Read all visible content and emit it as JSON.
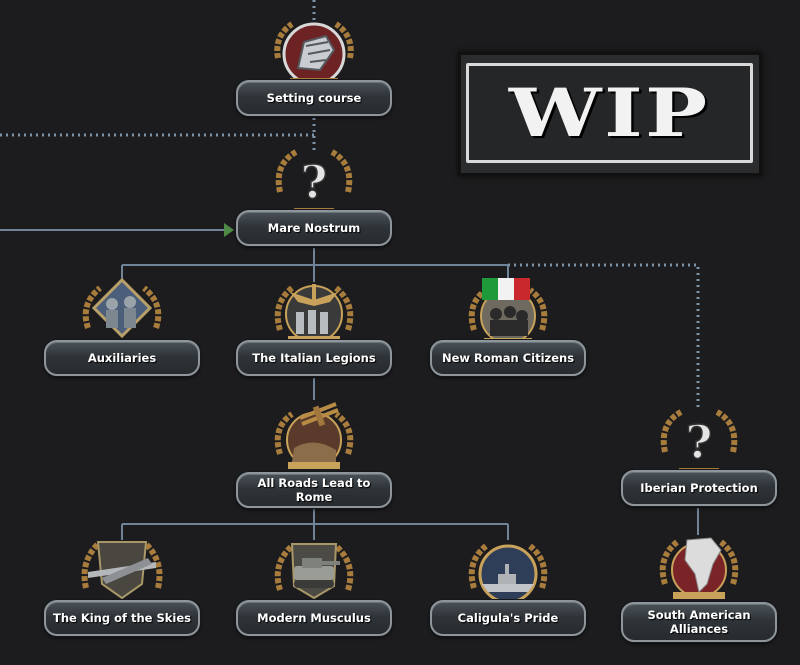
{
  "badge": {
    "text": "WIP"
  },
  "focuses": [
    {
      "id": "setting-course",
      "label": "Setting course",
      "icon": "armored-fist-icon"
    },
    {
      "id": "mare-nostrum",
      "label": "Mare Nostrum",
      "icon": "unknown-question-icon"
    },
    {
      "id": "auxiliaries",
      "label": "Auxiliaries",
      "icon": "soldiers-icon"
    },
    {
      "id": "italian-legions",
      "label": "The Italian Legions",
      "icon": "fascist-eagle-legion-icon"
    },
    {
      "id": "new-roman-citizens",
      "label": "New Roman Citizens",
      "icon": "italian-flag-crowd-icon"
    },
    {
      "id": "all-roads",
      "label": "All Roads Lead to Rome",
      "icon": "biplane-attack-icon"
    },
    {
      "id": "iberian-protection",
      "label": "Iberian Protection",
      "icon": "unknown-question-icon"
    },
    {
      "id": "king-of-skies",
      "label": "The King of the Skies",
      "icon": "bomber-plane-icon"
    },
    {
      "id": "modern-musculus",
      "label": "Modern Musculus",
      "icon": "tank-icon"
    },
    {
      "id": "caligulas-pride",
      "label": "Caligula's Pride",
      "icon": "battleship-icon"
    },
    {
      "id": "south-american",
      "label": "South American Alliances",
      "icon": "south-america-fist-icon"
    }
  ],
  "colors": {
    "background": "#1c1c1e",
    "solid_line": "#6f8399",
    "dotted_line": "#7d93aa",
    "wreath": "#a77c3c",
    "arrow": "#4e8a45"
  }
}
